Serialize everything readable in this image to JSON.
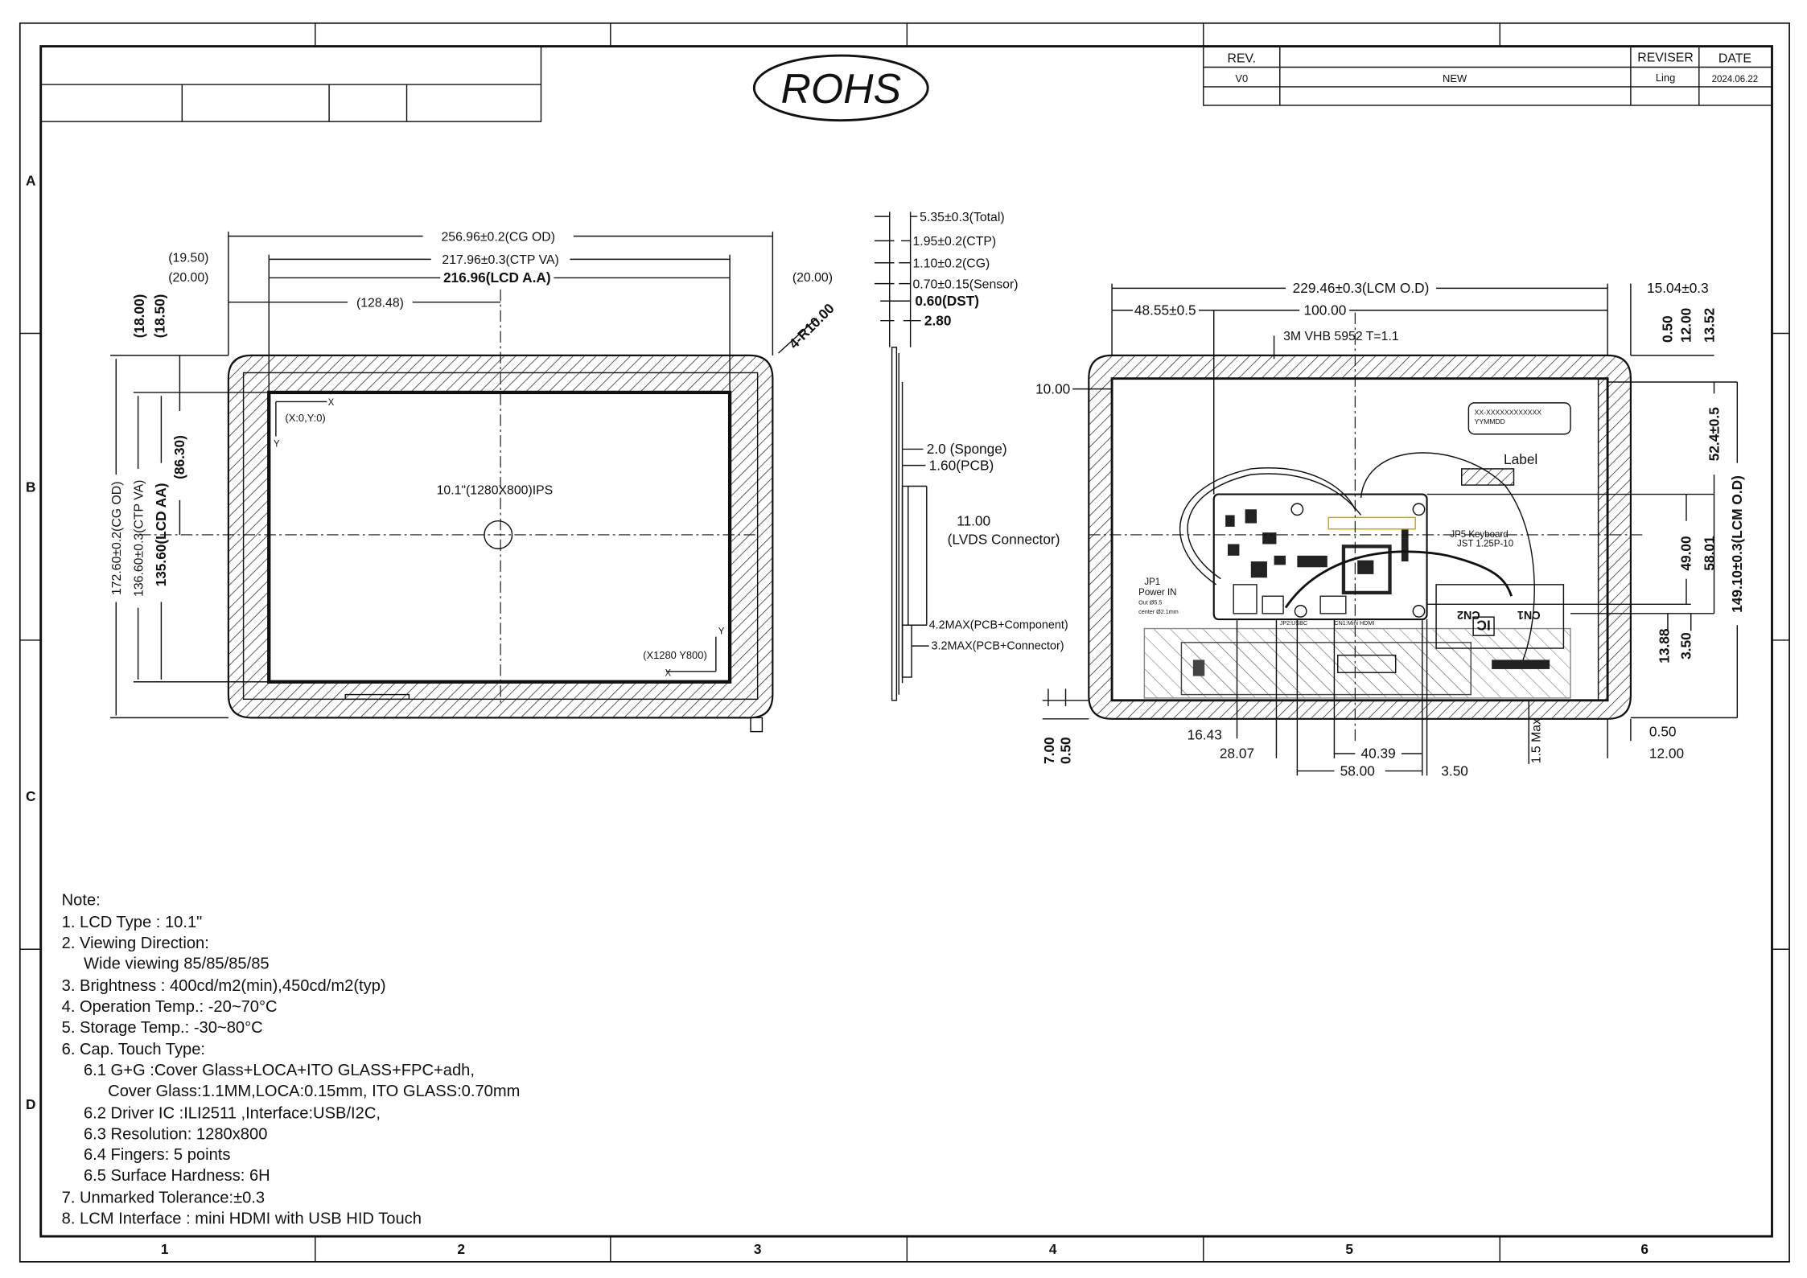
{
  "title_block": {
    "logo_text": "ROHS",
    "revision_table": {
      "headers": [
        "REV.",
        "",
        "REVISER",
        "DATE"
      ],
      "rows": [
        [
          "V0",
          "NEW",
          "Ling",
          "2024.06.22"
        ],
        [
          "",
          "",
          "",
          ""
        ]
      ]
    }
  },
  "border": {
    "rows": [
      "A",
      "B",
      "C",
      "D"
    ],
    "columns": [
      "1",
      "2",
      "3",
      "4",
      "5",
      "6"
    ]
  },
  "front_view": {
    "dims": {
      "cg_od_w": "256.96±0.2(CG OD)",
      "ctp_va_w": "217.96±0.3(CTP VA)",
      "lcd_aa_w": "216.96(LCD A.A)",
      "center_x": "(128.48)",
      "left_1950": "(19.50)",
      "left_2000": "(20.00)",
      "right_2000": "(20.00)",
      "top_1800": "(18.00)",
      "top_1850": "(18.50)",
      "cg_od_h": "172.60±0.2(CG OD)",
      "ctp_va_h": "136.60±0.3(CTP VA)",
      "lcd_aa_h": "135.60(LCD AA)",
      "center_y": "(86.30)",
      "radius": "4-R10.00"
    },
    "origin_label": "(X:0,Y:0)",
    "end_label": "(X1280 Y800)",
    "axis_x": "X",
    "axis_y": "Y",
    "panel_label": "10.1\"(1280X800)IPS"
  },
  "side_view": {
    "dims": [
      "5.35±0.3(Total)",
      "1.95±0.2(CTP)",
      "1.10±0.2(CG)",
      "0.70±0.15(Sensor)",
      "0.60(DST)",
      "2.80",
      "2.0 (Sponge)",
      "1.60(PCB)",
      "11.00",
      "(LVDS Connector)",
      "4.2MAX(PCB+Component)",
      "3.2MAX(PCB+Connector)"
    ]
  },
  "back_view": {
    "dims": {
      "lcm_od_w": "229.46±0.3(LCM O.D)",
      "right_1504": "15.04±0.3",
      "left_4855": "48.55±0.5",
      "w_100": "100.00",
      "r_050": "0.50",
      "r_1200": "12.00",
      "r_1352": "13.52",
      "left_1000": "10.00",
      "h_524": "52.4±0.5",
      "lcm_od_h": "149.10±0.3(LCM O.D)",
      "h_4900": "49.00",
      "h_5801": "58.01",
      "h_1388": "13.88",
      "h_350": "3.50",
      "b_1643": "16.43",
      "b_2807": "28.07",
      "b_4039": "40.39",
      "b_5800": "58.00",
      "b_350": "3.50",
      "b_15max": "1.5 Max",
      "br_050": "0.50",
      "br_1200": "12.00",
      "bl_700": "7.00",
      "bl_050": "0.50"
    },
    "tape_label": "3M VHB 5952 T=1.1",
    "label_box": {
      "line1": "XX-XXXXXXXXXXXX",
      "line2": "YYMMDD",
      "caption": "Label"
    },
    "jp5": {
      "line1": "JP5 Keyboard",
      "line2": "JST 1.25P-10"
    },
    "jp1": {
      "line1": "JP1",
      "line2": "Power IN",
      "line3": "Out Ø5.5",
      "line4": "center Ø2.1mm"
    },
    "jp2": "JP2:USBC",
    "cn1_hdmi": "CN1:Mini HDMI",
    "cn2": "CN2",
    "cn1": "CN1",
    "ic": "IC"
  },
  "notes": [
    "Note:",
    "1. LCD Type : 10.1\"",
    "2. Viewing Direction:",
    "Wide viewing 85/85/85/85",
    "3. Brightness : 400cd/m2(min),450cd/m2(typ)",
    "4. Operation Temp.: -20~70°C",
    "5. Storage Temp.: -30~80°C",
    "6. Cap. Touch Type:",
    "6.1 G+G :Cover Glass+LOCA+ITO GLASS+FPC+adh,",
    "Cover Glass:1.1MM,LOCA:0.15mm, ITO GLASS:0.70mm",
    "6.2 Driver IC :ILI2511 ,Interface:USB/I2C,",
    "6.3 Resolution: 1280x800",
    "6.4 Fingers: 5 points",
    "6.5 Surface Hardness: 6H",
    "7. Unmarked Tolerance:±0.3",
    "8. LCM Interface : mini HDMI with USB HID Touch"
  ]
}
